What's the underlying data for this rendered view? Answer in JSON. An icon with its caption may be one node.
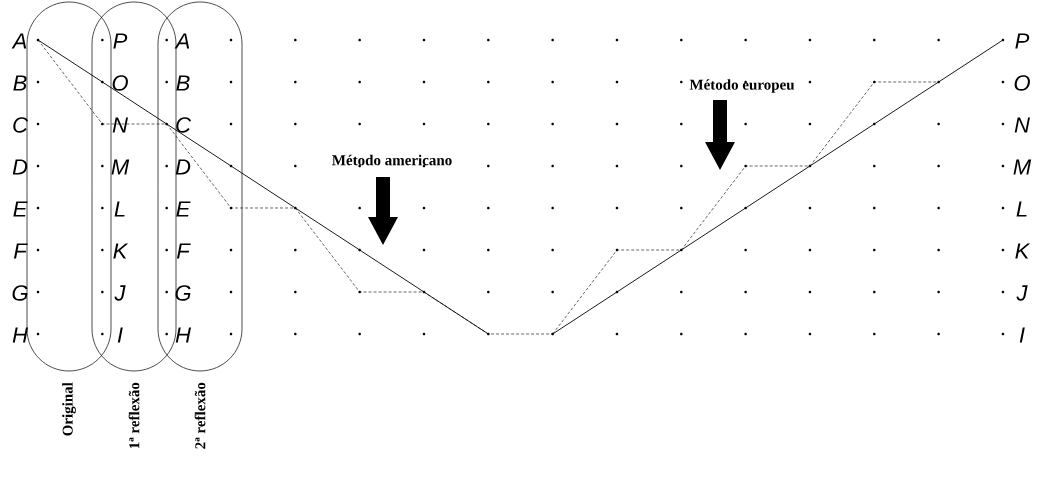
{
  "diagram": {
    "nodes": [
      {
        "text": [
          "Original"
        ]
      },
      {
        "text": [
          "1ª reflexão"
        ]
      },
      {
        "text": [
          "2ª reflexão"
        ]
      }
    ],
    "labels": [
      "A",
      "B",
      "C",
      "D",
      "E",
      "F",
      "G",
      "H",
      "P",
      "O",
      "N",
      "M",
      "L",
      "K",
      "J",
      "I",
      "A",
      "B",
      "C",
      "D",
      "E",
      "F",
      "G",
      "H",
      "P",
      "O",
      "N",
      "M",
      "L",
      "K",
      "J",
      "I",
      "Método americano",
      "Método europeu"
    ]
  }
}
